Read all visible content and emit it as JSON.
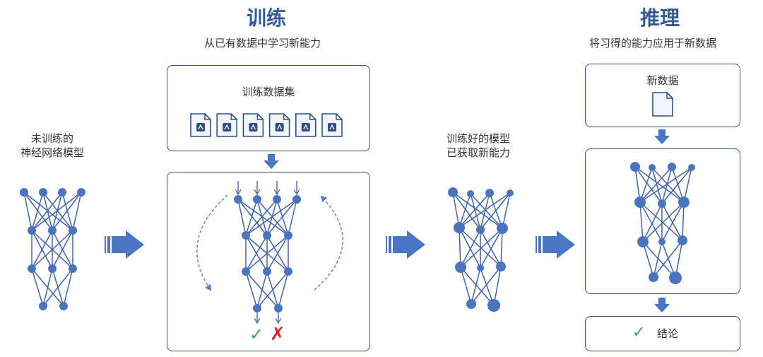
{
  "training": {
    "title": "训练",
    "subtitle": "从已有数据中学习新能力",
    "dataset_label": "训练数据集",
    "file_count": 6
  },
  "inference": {
    "title": "推理",
    "subtitle": "将习得的能力应用于新数据",
    "new_data_label": "新数据",
    "conclusion_label": "结论"
  },
  "untrained_model": {
    "label_line1": "未训练的",
    "label_line2": "神经网络模型"
  },
  "trained_model": {
    "label_line1": "训练好的模型",
    "label_line2": "已获取新能力"
  },
  "result_marks": {
    "correct": "✓",
    "wrong": "✗"
  },
  "colors": {
    "title": "#355a9a",
    "node": "#4a73c0",
    "edge": "#3d63b0",
    "border": "#2e4f86",
    "arrow": "#4a76c4",
    "check": "#3aa655",
    "cross": "#e02020"
  }
}
